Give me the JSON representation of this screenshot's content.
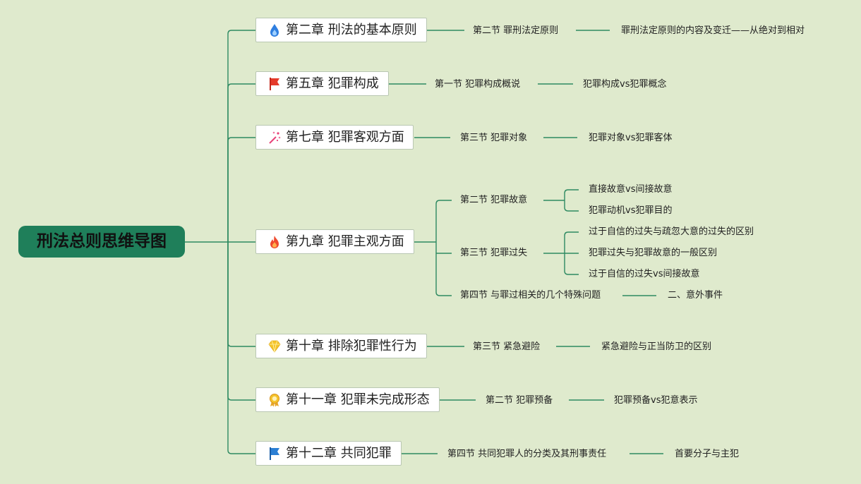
{
  "root": "刑法总则思维导图",
  "chapters": [
    {
      "title": "第二章 刑法的基本原则",
      "icon": "droplet-flame-icon",
      "color": "#2f7fe0"
    },
    {
      "title": "第五章 犯罪构成",
      "icon": "red-flag-icon",
      "color": "#e53a2a"
    },
    {
      "title": "第七章 犯罪客观方面",
      "icon": "sparkle-wand-icon",
      "color": "#e8447a"
    },
    {
      "title": "第九章 犯罪主观方面",
      "icon": "fire-icon",
      "color": "#ef4a2e"
    },
    {
      "title": "第十章 排除犯罪性行为",
      "icon": "diamond-icon",
      "color": "#f5c42b"
    },
    {
      "title": "第十一章 犯罪未完成形态",
      "icon": "award-medal-icon",
      "color": "#e8a72a"
    },
    {
      "title": "第十二章 共同犯罪",
      "icon": "blue-flag-icon",
      "color": "#2b7fd4"
    }
  ],
  "sections": [
    "第二节 罪刑法定原则",
    "第一节 犯罪构成概说",
    "第三节 犯罪对象",
    "第二节 犯罪故意",
    "第三节 犯罪过失",
    "第四节 与罪过相关的几个特殊问题",
    "第三节 紧急避险",
    "第二节 犯罪预备",
    "第四节 共同犯罪人的分类及其刑事责任"
  ],
  "topics": [
    "罪刑法定原则的内容及变迁——从绝对到相对",
    "犯罪构成vs犯罪概念",
    "犯罪对象vs犯罪客体",
    "直接故意vs间接故意",
    "犯罪动机vs犯罪目的",
    "过于自信的过失与疏忽大意的过失的区别",
    "犯罪过失与犯罪故意的一般区别",
    "过于自信的过失vs间接故意",
    "二、意外事件",
    "紧急避险与正当防卫的区别",
    "犯罪预备vs犯意表示",
    "首要分子与主犯"
  ],
  "line_color": "#2e8a62"
}
